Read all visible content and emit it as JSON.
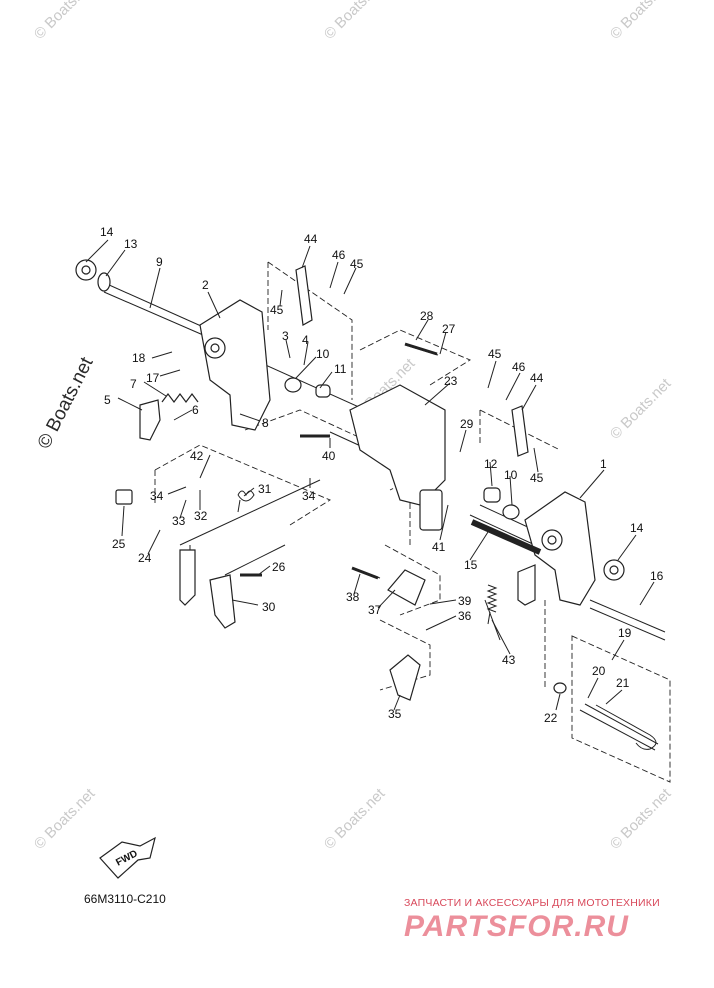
{
  "diagram": {
    "drawing_code": "66M3110-C210",
    "direction_label": "FWD",
    "watermark": "© Boats.net",
    "brand_subtitle": "ЗАПЧАСТИ И АКСЕССУАРЫ ДЛЯ МОТОТЕХНИКИ",
    "brand_logo": "PARTSFOR.RU",
    "part_labels": [
      "14",
      "13",
      "9",
      "2",
      "18",
      "17",
      "7",
      "5",
      "6",
      "3",
      "4",
      "8",
      "10",
      "11",
      "44",
      "46",
      "45",
      "45",
      "28",
      "27",
      "23",
      "29",
      "40",
      "42",
      "34",
      "31",
      "33",
      "32",
      "25",
      "24",
      "26",
      "30",
      "38",
      "37",
      "39",
      "36",
      "35",
      "12",
      "10",
      "41",
      "15",
      "43",
      "45",
      "46",
      "44",
      "45",
      "1",
      "14",
      "16",
      "19",
      "20",
      "21",
      "22",
      "34"
    ]
  }
}
